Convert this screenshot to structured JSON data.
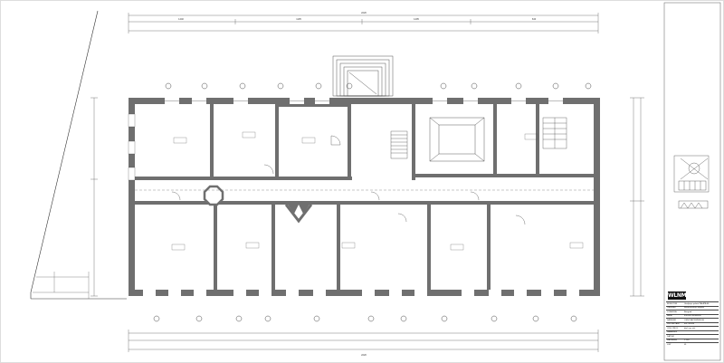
{
  "drawing": {
    "overall_dimensions": {
      "top": "2220",
      "bottom": "2220"
    },
    "top_segments": [
      "1440",
      "1105",
      "1405",
      "640"
    ],
    "title_block": {
      "logo": "WLNM",
      "rows": [
        {
          "k": "INVESTOR",
          "v": "Uredjenje palate PALATA Mr"
        },
        {
          "k": "OBJEKAT",
          "v": "Rekonstrukcija objekta"
        },
        {
          "k": "LOKACIJA",
          "v": "Beograd"
        },
        {
          "k": "FAZA",
          "v": "IDEJNO RESENJE"
        },
        {
          "k": "SADRZAJ",
          "v": "OSNOVA PRIZEMLJA"
        },
        {
          "k": "PROJEKTANT",
          "v": "arh. WLNM"
        },
        {
          "k": "ODG. PROJ.",
          "v": "dipl. ing. arh."
        },
        {
          "k": "SARADNIK",
          "v": ""
        },
        {
          "k": "DATUM",
          "v": ""
        },
        {
          "k": "RAZMERA",
          "v": "1:100"
        },
        {
          "k": "LIST",
          "v": "01"
        }
      ]
    }
  },
  "colors": {
    "wall": "#6f6f6f",
    "line": "#222222",
    "paper": "#ffffff",
    "dim": "#444444"
  }
}
